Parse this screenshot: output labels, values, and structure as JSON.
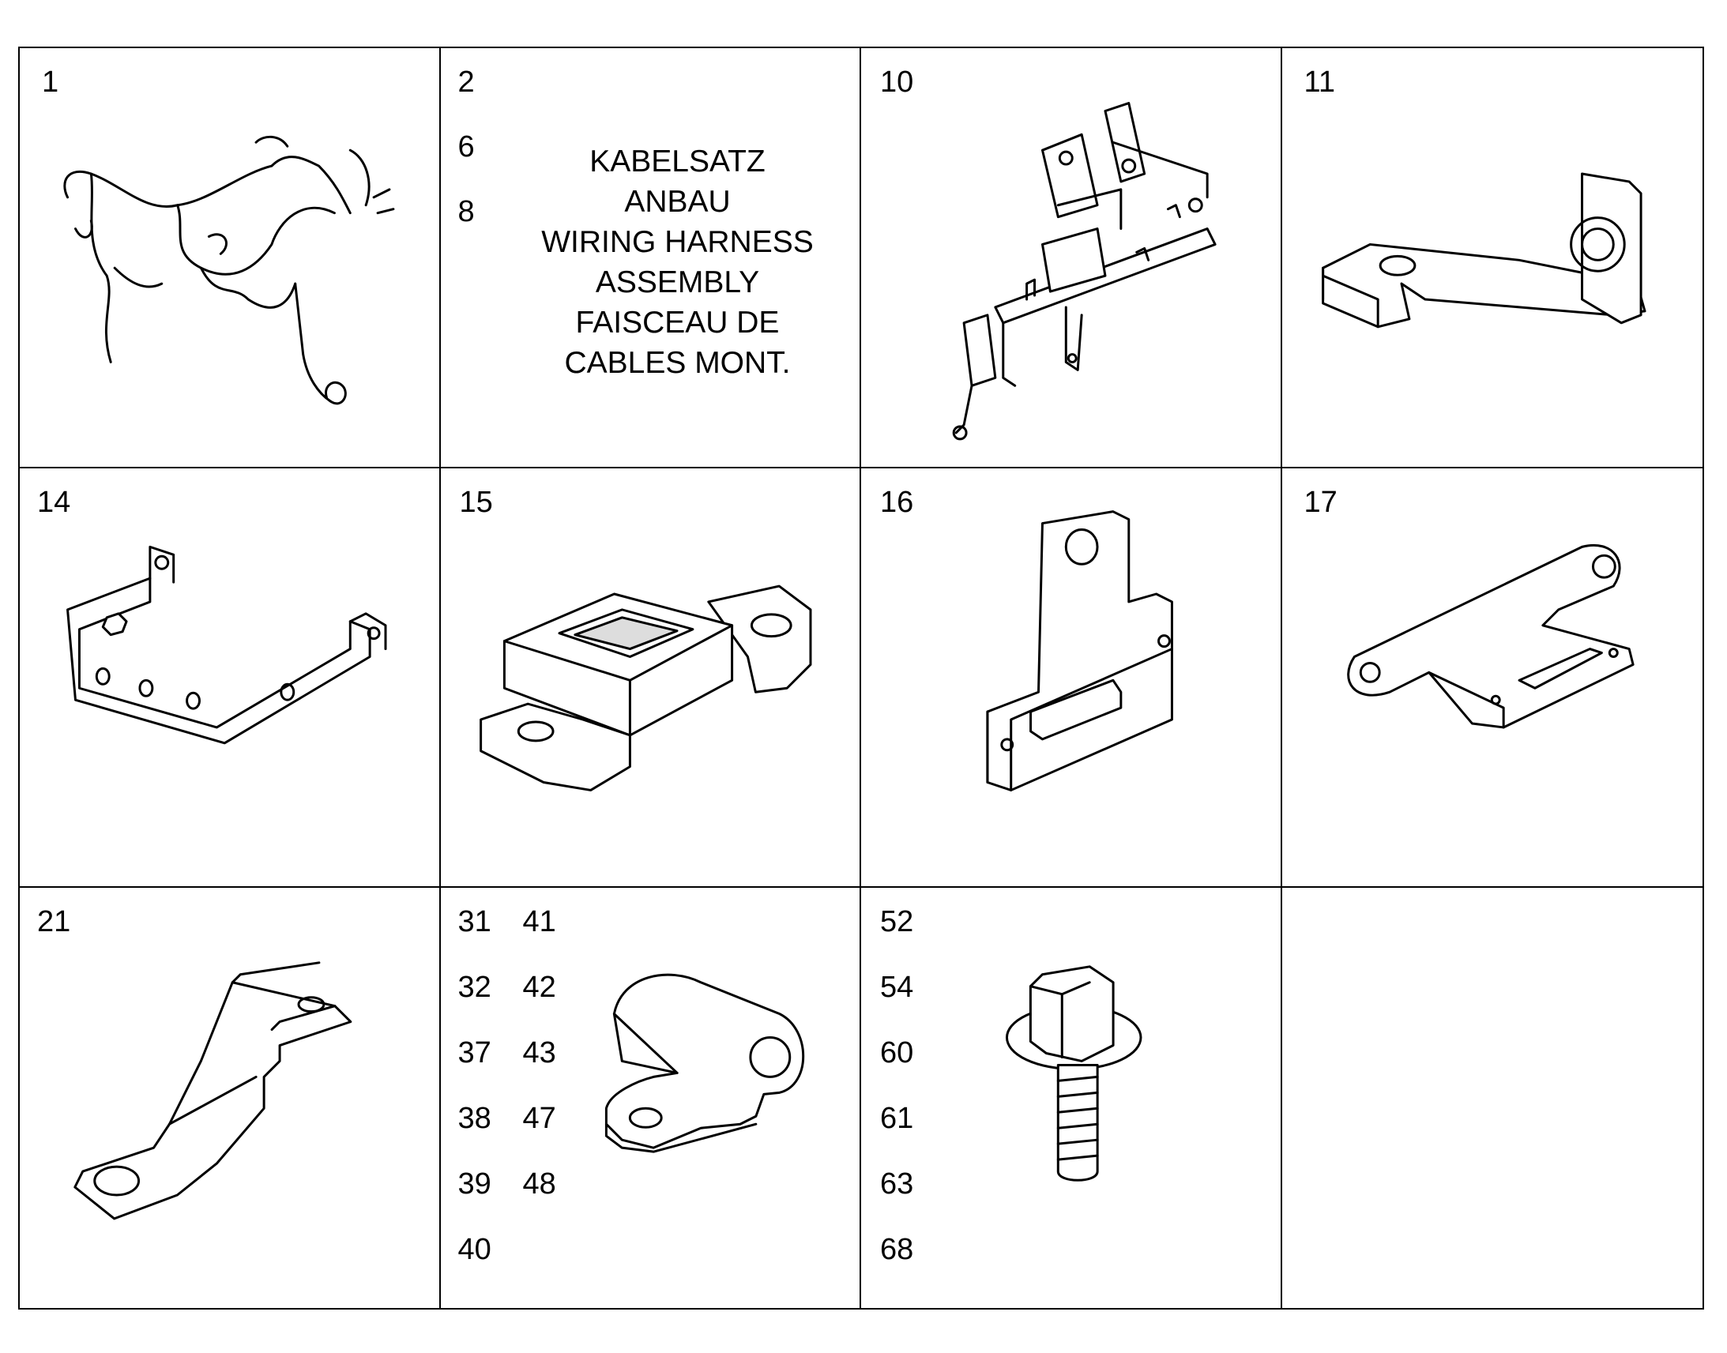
{
  "cells": [
    {
      "numbers": [
        "1"
      ],
      "part": "wiring-harness-drawing"
    },
    {
      "numbers": [
        "2",
        "6",
        "8"
      ],
      "label_lines": [
        "KABELSATZ",
        "ANBAU",
        "WIRING HARNESS",
        "ASSEMBLY",
        "FAISCEAU DE",
        "CABLES MONT."
      ]
    },
    {
      "numbers": [
        "10"
      ],
      "part": "frame-bracket-drawing"
    },
    {
      "numbers": [
        "11"
      ],
      "part": "angle-bracket-with-nut-drawing"
    },
    {
      "numbers": [
        "14"
      ],
      "part": "u-bracket-drawing"
    },
    {
      "numbers": [
        "15"
      ],
      "part": "holder-block-drawing"
    },
    {
      "numbers": [
        "16"
      ],
      "part": "t-plate-drawing"
    },
    {
      "numbers": [
        "17"
      ],
      "part": "slotted-plate-drawing"
    },
    {
      "numbers": [
        "21"
      ],
      "part": "cable-lug-drawing"
    },
    {
      "numbers_col1": [
        "31",
        "32",
        "37",
        "38",
        "39",
        "40"
      ],
      "numbers_col2": [
        "41",
        "42",
        "43",
        "47",
        "48"
      ],
      "part": "cable-clamp-drawing"
    },
    {
      "numbers": [
        "52",
        "54",
        "60",
        "61",
        "63",
        "68"
      ],
      "part": "flange-bolt-drawing"
    },
    {
      "numbers": [],
      "part": "empty"
    }
  ]
}
